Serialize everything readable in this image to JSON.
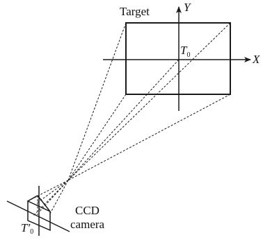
{
  "labels": {
    "target": "Target",
    "y_axis": "Y",
    "x_axis": "X",
    "t0_main": "T",
    "t0_sub": "0",
    "ccd_line1": "CCD",
    "ccd_line2": "camera",
    "t0_prime_main": "T′",
    "t0_prime_sub": "0"
  },
  "colors": {
    "ink": "#1a1a1a",
    "background": "#ffffff"
  }
}
